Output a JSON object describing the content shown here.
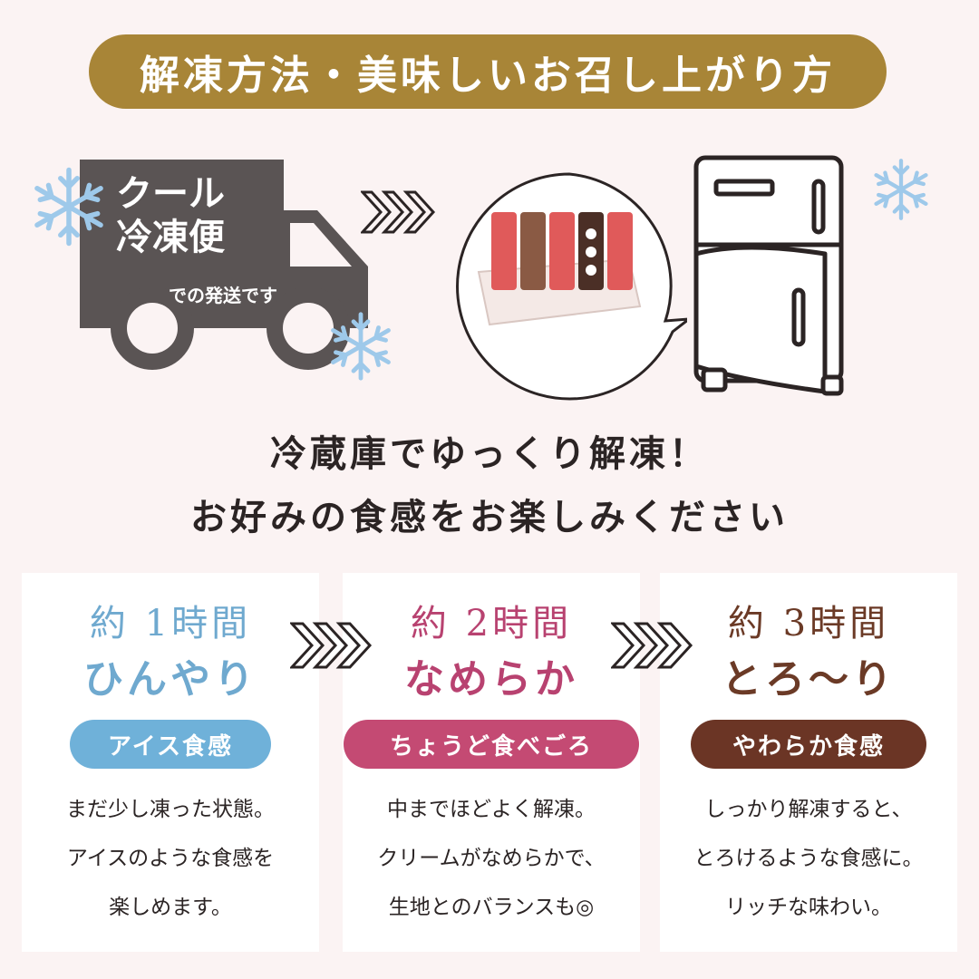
{
  "banner": {
    "title": "解凍方法・美味しいお召し上がり方"
  },
  "truck": {
    "line1": "クール",
    "line2": "冷凍便",
    "sub": "での発送です"
  },
  "message": {
    "line1": "冷蔵庫でゆっくり解凍！",
    "line2": "お好みの食感をお楽しみください"
  },
  "cards": [
    {
      "time": "約 1時間",
      "feel": "ひんやり",
      "badge": "アイス食感",
      "desc": [
        "まだ少し凍った状態。",
        "アイスのような食感を",
        "楽しめます。"
      ],
      "color": "#6fb1d9"
    },
    {
      "time": "約 2時間",
      "feel": "なめらか",
      "badge": "ちょうど食べごろ",
      "desc": [
        "中までほどよく解凍。",
        "クリームがなめらかで、",
        "生地とのバランスも◎"
      ],
      "color": "#c44a73"
    },
    {
      "time": "約 3時間",
      "feel": "とろ〜り",
      "badge": "やわらか食感",
      "desc": [
        "しっかり解凍すると、",
        "とろけるような食感に。",
        "リッチな味わい。"
      ],
      "color": "#6b3525"
    }
  ],
  "colors": {
    "banner": "#a88537",
    "truck": "#5a5454",
    "snow": "#9ec9ea",
    "background": "#fbf3f3"
  },
  "icons": [
    "truck-icon",
    "snowflake-icon",
    "chevron-right-icon",
    "fridge-icon",
    "product-photo"
  ]
}
